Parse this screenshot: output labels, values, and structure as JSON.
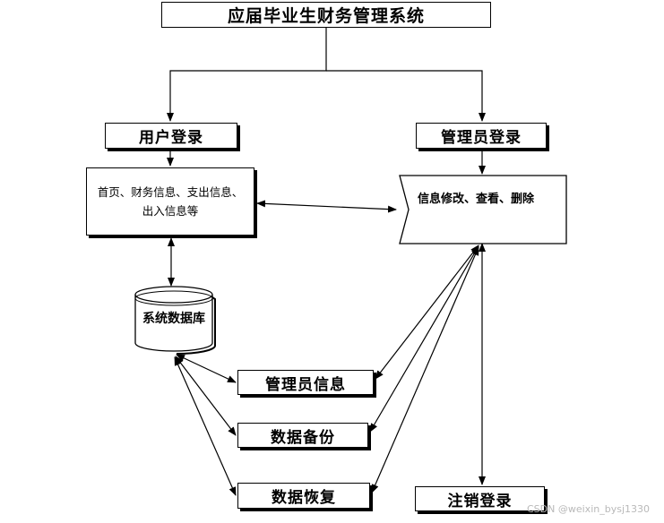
{
  "title": "应届毕业生财务管理系统",
  "nodes": {
    "user_login": "用户登录",
    "admin_login": "管理员登录",
    "user_functions": "首页、财务信息、支出信息、出入信息等",
    "admin_actions": "信息修改、查看、删除",
    "database": "系统数据库",
    "admin_info": "管理员信息",
    "data_backup": "数据备份",
    "data_restore": "数据恢复",
    "logout": "注销登录"
  },
  "watermark": "CSDN @weixin_bysj1330"
}
